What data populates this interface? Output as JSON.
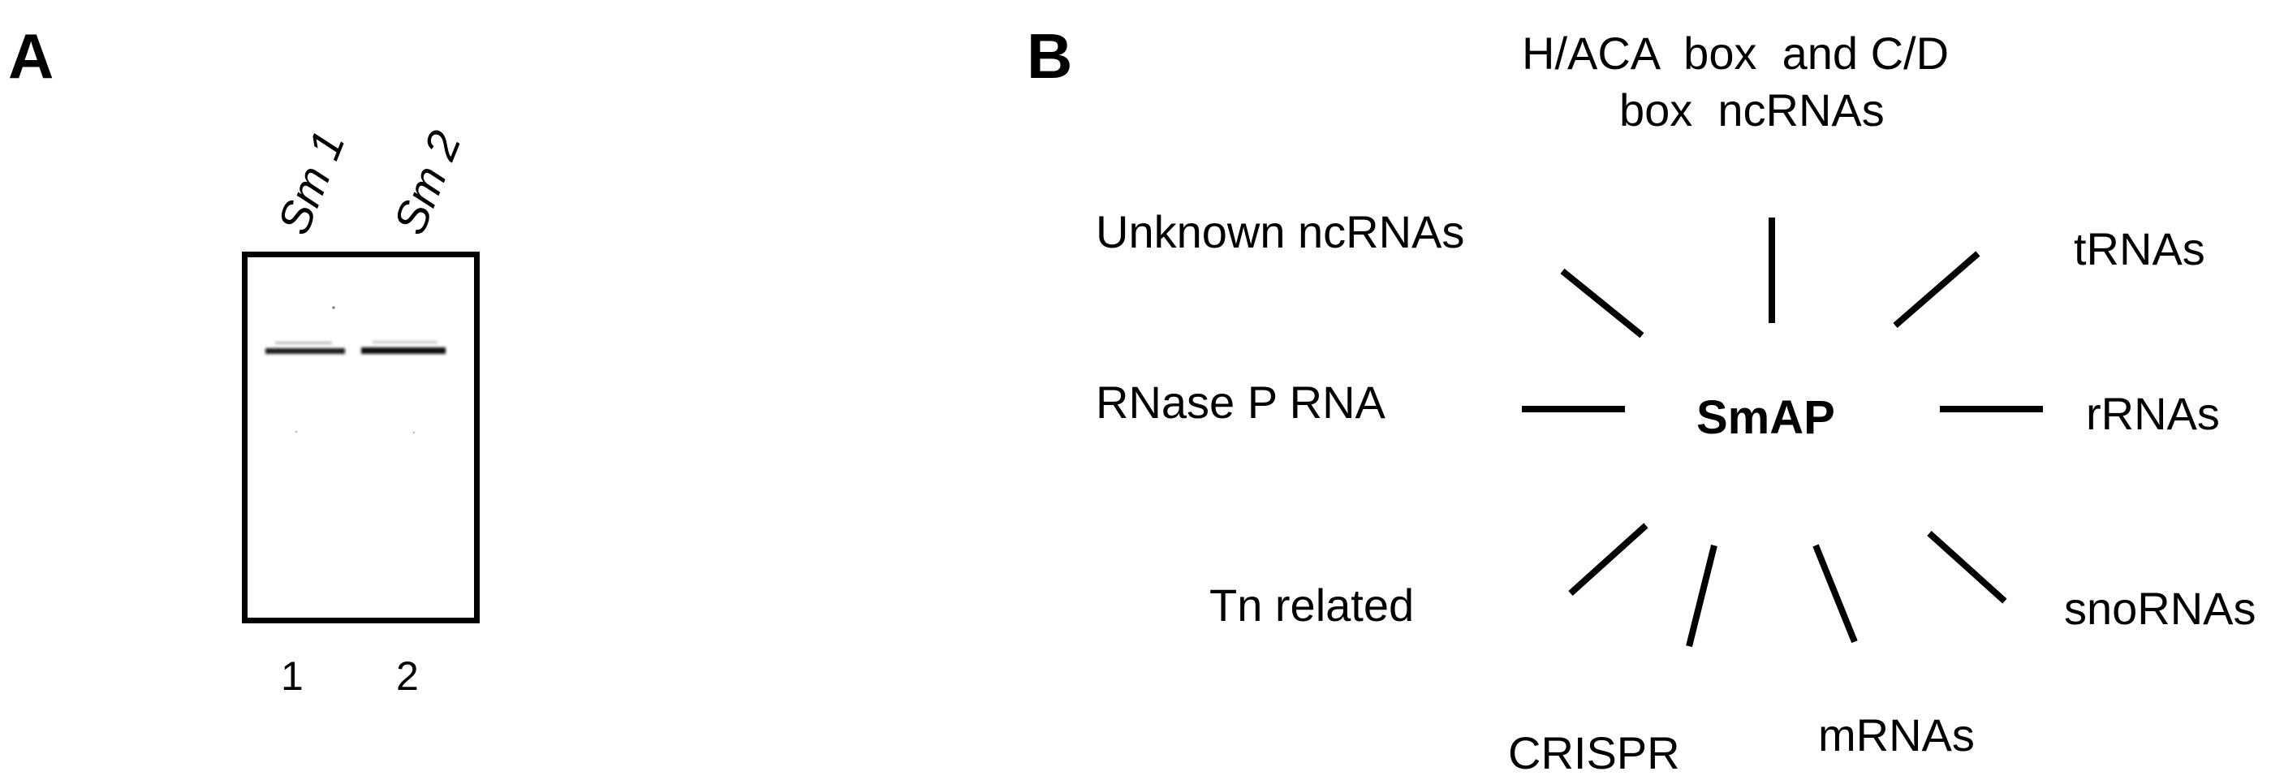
{
  "panel_a": {
    "letter": "A",
    "lanes_top": [
      "Sm 1",
      "Sm 2"
    ],
    "lanes_bottom": [
      "1",
      "2"
    ]
  },
  "panel_b": {
    "letter": "B",
    "center": "SmAP",
    "labels": {
      "haca_line1": "H/ACA  box  and C/D",
      "haca_line2": "box  ncRNAs",
      "unknown": "Unknown ncRNAs",
      "trnas": "tRNAs",
      "rnasep": "RNase P RNA",
      "rrnas": "rRNAs",
      "tn": "Tn related",
      "snornas": "snoRNAs",
      "crispr": "CRISPR",
      "mrnas": "mRNAs"
    }
  }
}
